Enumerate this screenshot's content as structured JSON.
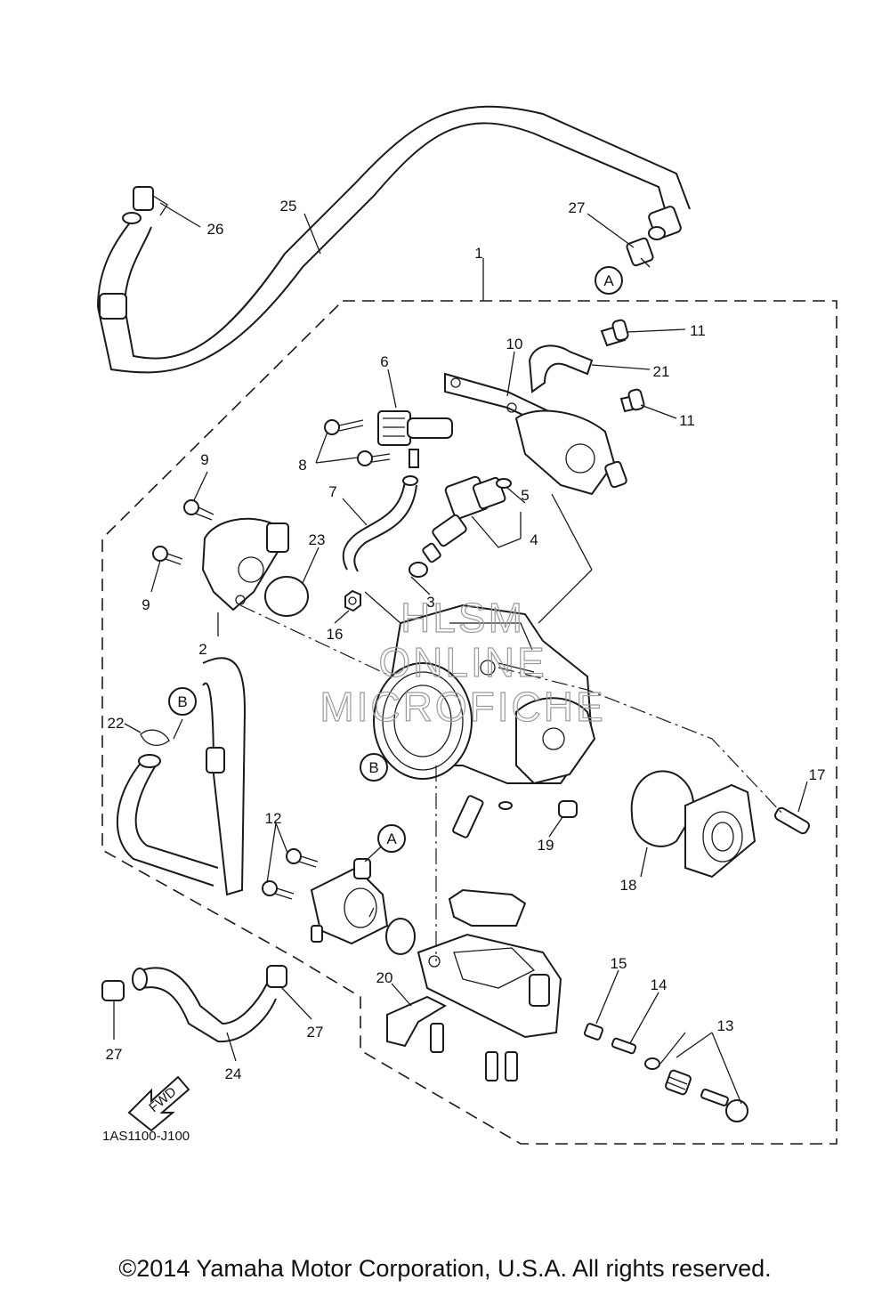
{
  "diagram": {
    "callouts": [
      "1",
      "2",
      "3",
      "4",
      "5",
      "6",
      "7",
      "8",
      "9",
      "9",
      "10",
      "11",
      "11",
      "12",
      "13",
      "14",
      "15",
      "16",
      "17",
      "18",
      "19",
      "20",
      "21",
      "22",
      "23",
      "24",
      "25",
      "26",
      "27",
      "27",
      "27"
    ],
    "ref_markers": [
      "A",
      "A",
      "B",
      "B"
    ],
    "watermark": [
      "HLSM",
      "ONLINE",
      "MICROFICHE"
    ],
    "drawing_code": "1AS1100-J100",
    "fwd_label": "FWD"
  },
  "footer": {
    "copyright": "©2014 Yamaha Motor Corporation, U.S.A. All rights reserved."
  }
}
